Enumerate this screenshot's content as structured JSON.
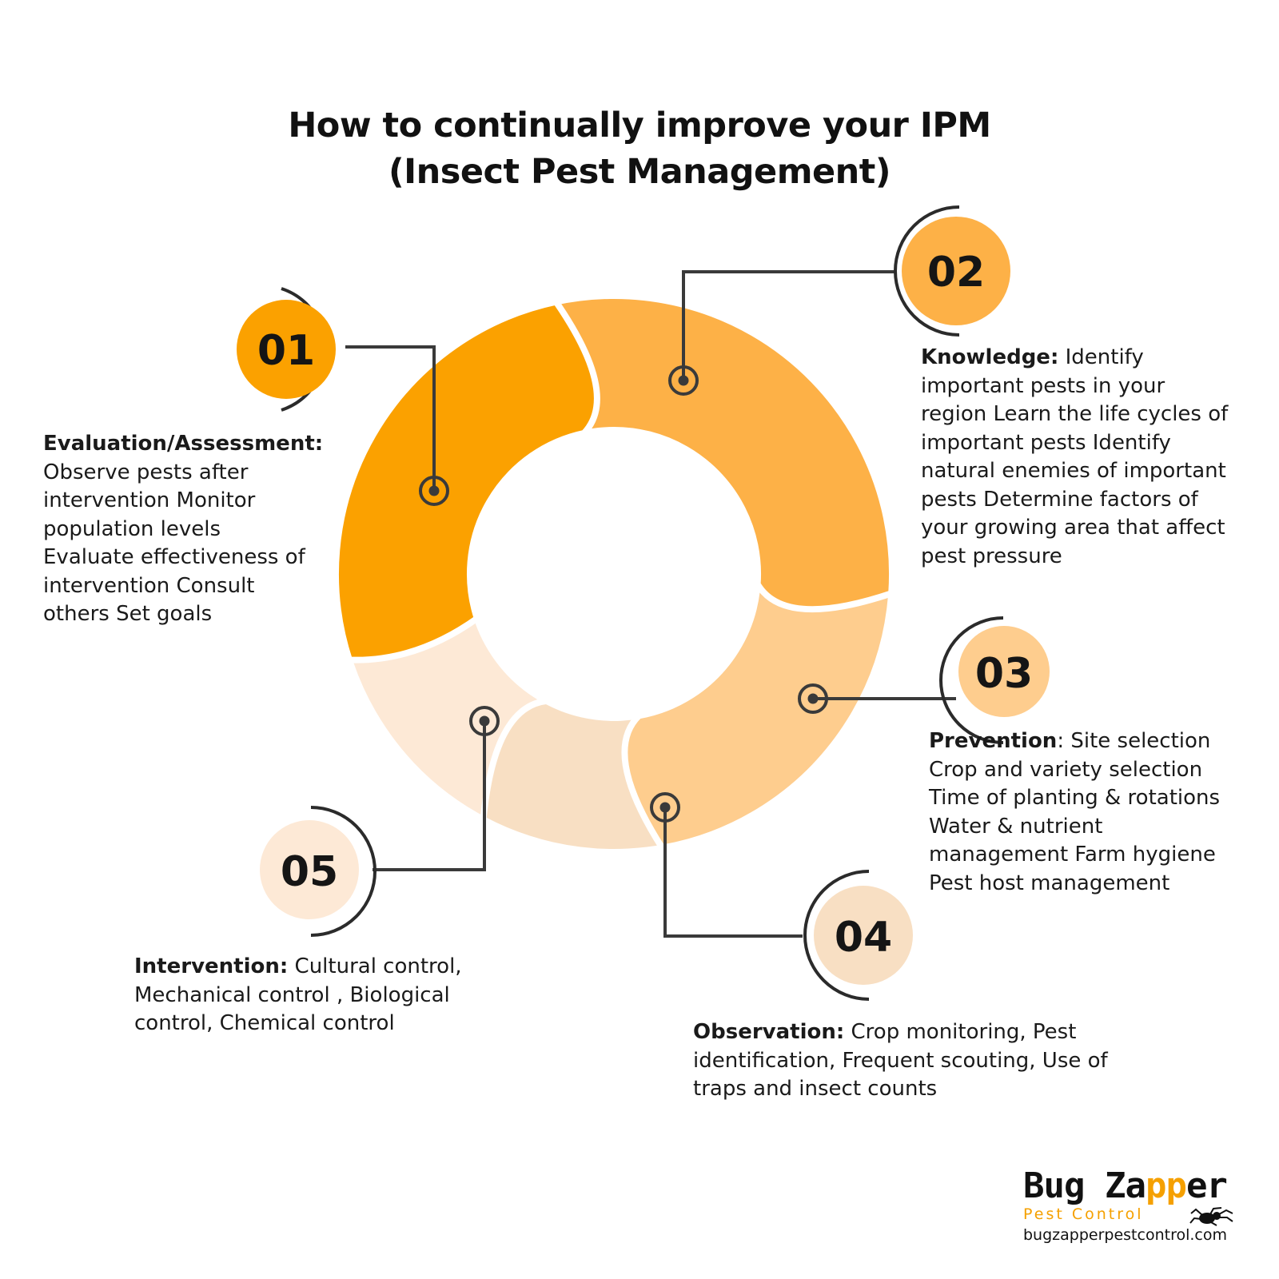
{
  "title": {
    "line1": "How to continually improve your IPM",
    "line2": "(Insect Pest Management)"
  },
  "steps": [
    {
      "number": "01",
      "heading": "Evaluation/Assessment:",
      "lines": [
        "Observe pests after",
        "intervention Monitor",
        "population levels",
        "Evaluate effectiveness of",
        "intervention Consult",
        "others Set goals"
      ],
      "color": "#FBA100"
    },
    {
      "number": "02",
      "heading": "Knowledge:",
      "lines": [
        "Identify",
        "important pests in your",
        "region Learn the life cycles of",
        "important pests Identify",
        "natural enemies of important",
        "pests Determine factors of",
        "your growing area that affect",
        "pest pressure"
      ],
      "color": "#FDB147"
    },
    {
      "number": "03",
      "heading": "Prevention",
      "lines": [
        ": Site selection",
        "Crop and variety selection",
        "Time of planting & rotations",
        "Water & nutrient",
        "management Farm hygiene",
        "Pest host management"
      ],
      "color": "#FECD8E"
    },
    {
      "number": "04",
      "heading": "Observation:",
      "lines": [
        "Crop monitoring, Pest",
        "identification, Frequent scouting, Use of",
        "traps and insect counts"
      ],
      "color": "#F8DFC3"
    },
    {
      "number": "05",
      "heading": "Intervention:",
      "lines": [
        "Cultural control,",
        "Mechanical control , Biological",
        "control, Chemical control"
      ],
      "color": "#FDE9D6"
    }
  ],
  "logo": {
    "name_a": "Bug Za",
    "name_b": "pp",
    "name_c": "er",
    "subtitle": "Pest Control",
    "url": "bugzapperpestcontrol.com"
  }
}
